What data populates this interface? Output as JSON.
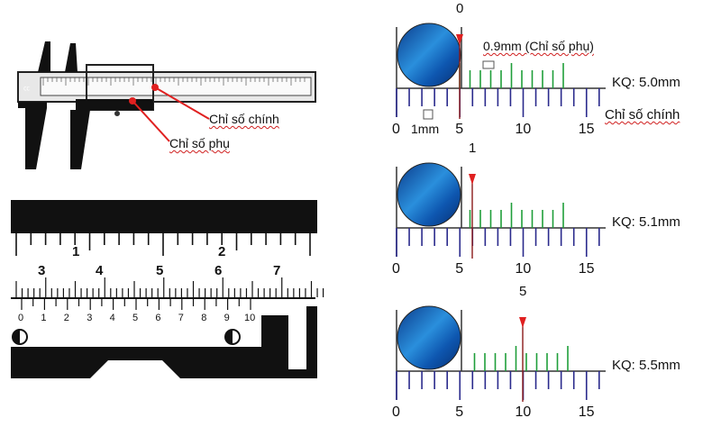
{
  "caliper_photo": {
    "main_label": "Chỉ số chính",
    "vernier_label": "Chỉ số phụ",
    "accent": "#e02020"
  },
  "ruler_closeup": {
    "top_scale_numbers": [
      "1",
      "2"
    ],
    "main_scale_numbers": [
      "3",
      "4",
      "5",
      "6",
      "7"
    ],
    "vernier_numbers": [
      "0",
      "1",
      "2",
      "3",
      "4",
      "5",
      "6",
      "7",
      "8",
      "9",
      "10"
    ]
  },
  "panels": [
    {
      "marker": "0",
      "vernier_note": "0.9mm (Chỉ số phụ)",
      "mm_note": "1mm",
      "main_note": "Chỉ số chính",
      "result": "KQ: 5.0mm",
      "ticks": [
        "0",
        "5",
        "10",
        "15"
      ]
    },
    {
      "marker": "1",
      "result": "KQ: 5.1mm",
      "ticks": [
        "0",
        "5",
        "10",
        "15"
      ]
    },
    {
      "marker": "5",
      "result": "KQ: 5.5mm",
      "ticks": [
        "0",
        "5",
        "10",
        "15"
      ]
    }
  ],
  "colors": {
    "main_scale": "#2a2a8c",
    "vernier_scale": "#1f9e3a",
    "marker": "#e02020",
    "ball": "#1a70c0"
  }
}
